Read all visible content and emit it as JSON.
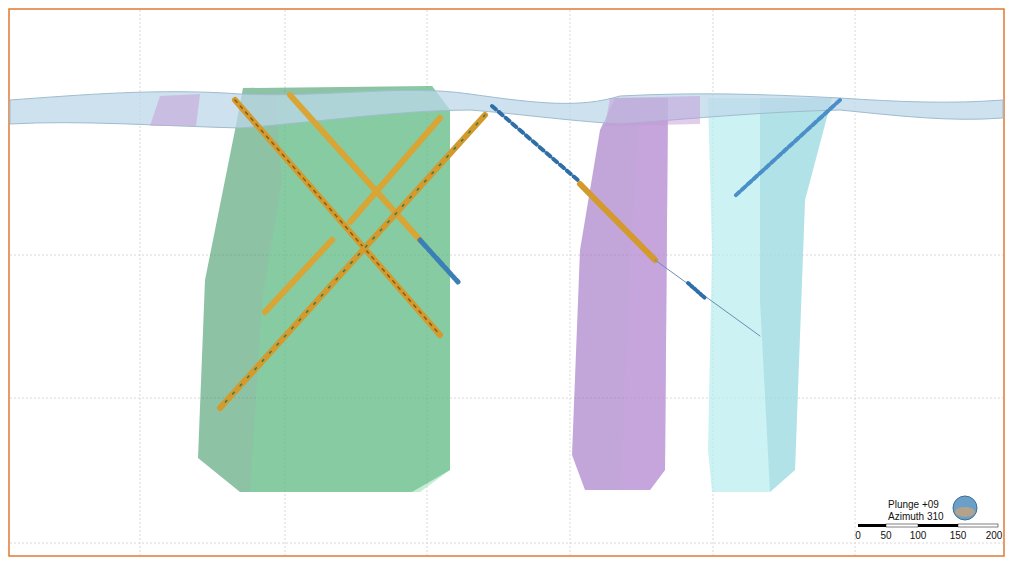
{
  "diagram": {
    "labels": [
      "Plunge +09",
      "Azimuth 310",
      "0",
      "50",
      "100",
      "150",
      "200"
    ]
  }
}
